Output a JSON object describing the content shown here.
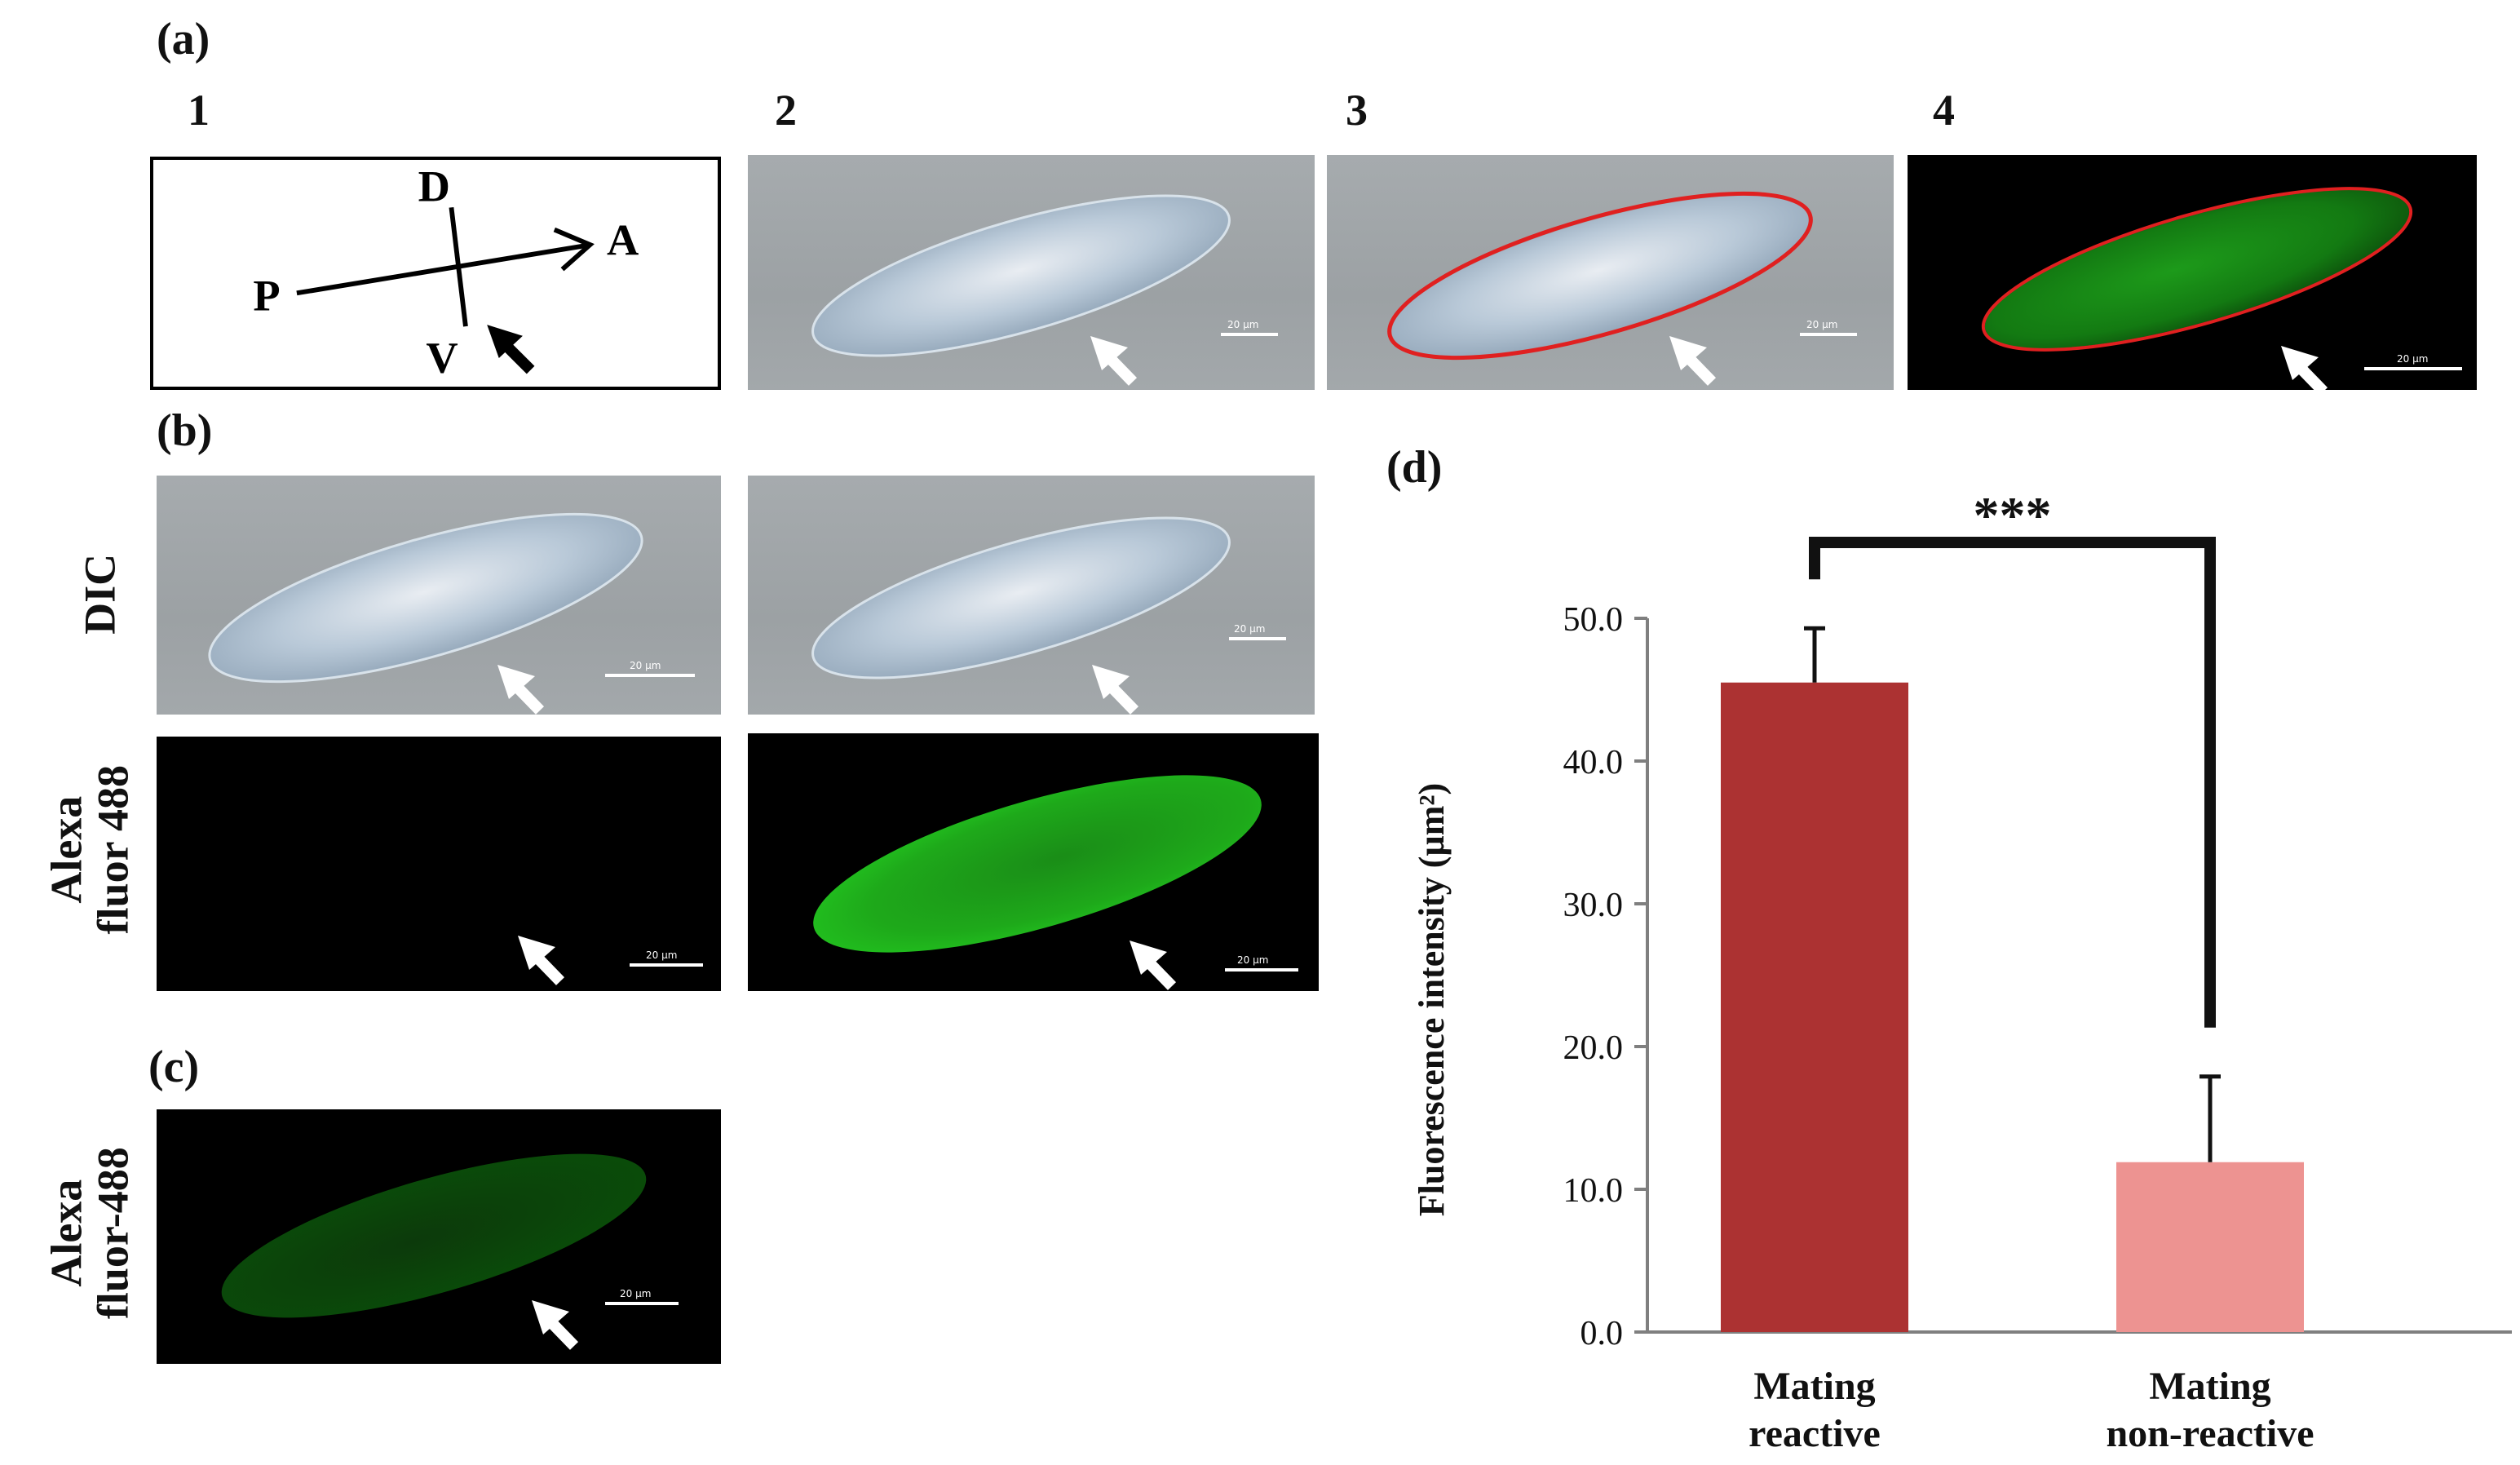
{
  "panel_labels": {
    "a": "(a)",
    "b": "(b)",
    "c": "(c)",
    "d": "(d)"
  },
  "sub_labels": [
    "1",
    "2",
    "3",
    "4"
  ],
  "axis_schematic": {
    "dorsal": "D",
    "ventral": "V",
    "posterior": "P",
    "anterior": "A"
  },
  "row_labels": {
    "dic": "DIC",
    "alexa_b_line1": "Alexa",
    "alexa_b_line2": "fluor 488",
    "alexa_c_line1": "Alexa",
    "alexa_c_line2": "fluor-488"
  },
  "scale_bar_text": "20 µm",
  "icons": {
    "arrow": "arrow-icon"
  },
  "colors": {
    "reactive": "#ac3232",
    "non_reactive": "#ed9391",
    "outline": "#e02020",
    "fluor": "#22c31f"
  },
  "chart_data": {
    "type": "bar",
    "categories": [
      [
        "Mating",
        "reactive"
      ],
      [
        "Mating",
        "non-reactive"
      ]
    ],
    "values": [
      45.5,
      11.9
    ],
    "errors": [
      3.8,
      6.0
    ],
    "ylabel": "Fluorescence intensity (µm²)",
    "yticks": [
      "0.0",
      "10.0",
      "20.0",
      "30.0",
      "40.0",
      "50.0"
    ],
    "ylim": [
      0,
      50
    ],
    "significance": "***",
    "grid": false
  }
}
